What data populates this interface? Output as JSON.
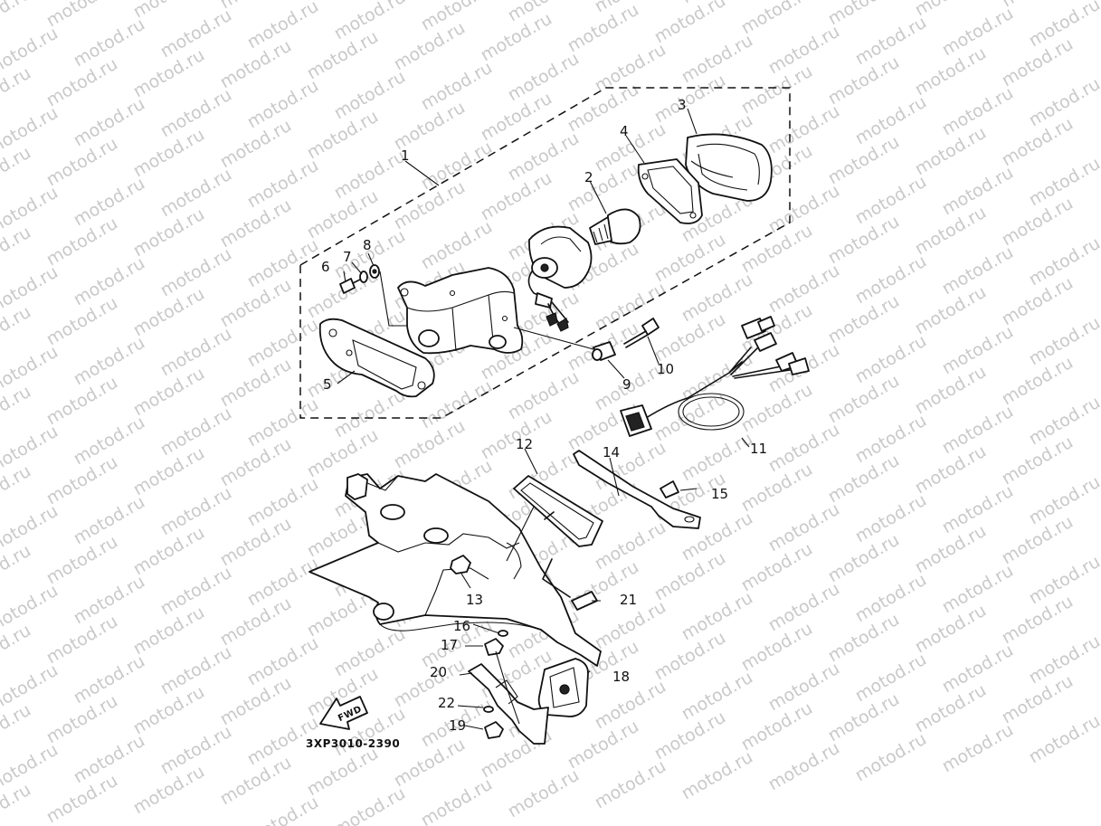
{
  "watermark": "motod.ru",
  "diagram_code": "3XP3010-2390",
  "fwd_label": "FWD",
  "callouts": [
    "1",
    "2",
    "3",
    "4",
    "5",
    "6",
    "7",
    "8",
    "9",
    "10",
    "11",
    "12",
    "13",
    "14",
    "15",
    "16",
    "17",
    "18",
    "19",
    "20",
    "21",
    "22"
  ]
}
